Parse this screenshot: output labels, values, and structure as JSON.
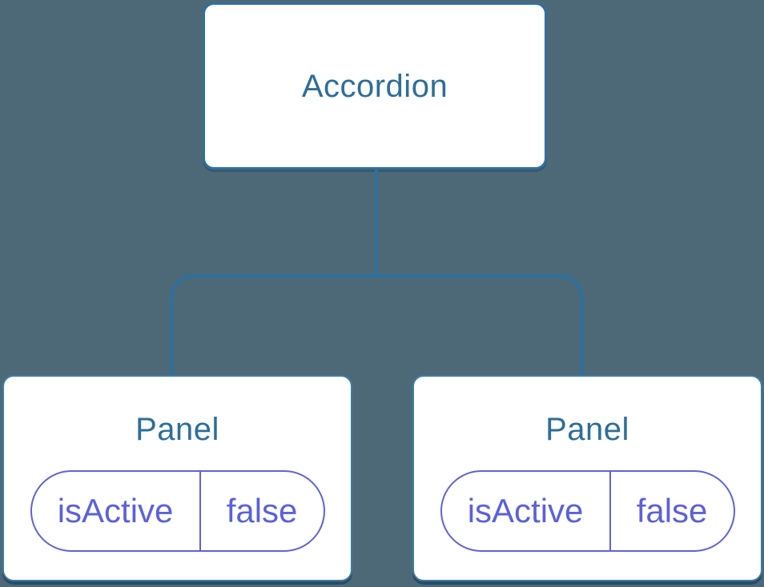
{
  "diagram_type": "component-tree",
  "colors": {
    "background": "#4D6977",
    "connector": "#2F6F9F",
    "root_border": "#2F6F9F",
    "panel_border": "#3D7CA8",
    "node_fill": "#FFFFFF",
    "title_text": "#2D6E99",
    "state_text": "#5B61DB",
    "state_border": "#5F62DC"
  },
  "tree": {
    "root": {
      "label": "Accordion"
    },
    "children": [
      {
        "label": "Panel",
        "state": {
          "key": "isActive",
          "value": "false"
        }
      },
      {
        "label": "Panel",
        "state": {
          "key": "isActive",
          "value": "false"
        }
      }
    ]
  }
}
